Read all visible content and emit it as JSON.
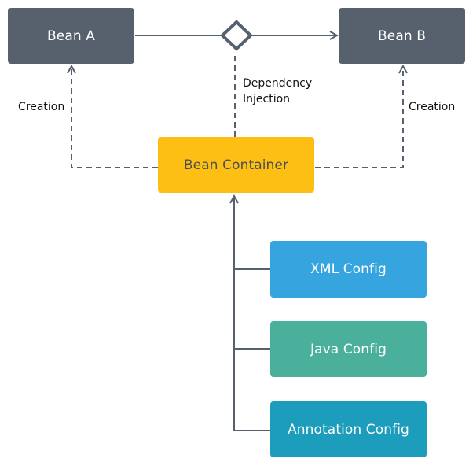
{
  "nodes": {
    "bean_a": "Bean A",
    "bean_b": "Bean B",
    "bean_container": "Bean Container",
    "xml_config": "XML Config",
    "java_config": "Java Config",
    "annotation_config": "Annotation Config"
  },
  "edge_labels": {
    "dependency_injection_line1": "Dependency",
    "dependency_injection_line2": "Injection",
    "creation_left": "Creation",
    "creation_right": "Creation"
  },
  "colors": {
    "bean_box": "#56616d",
    "container_box": "#fdbf13",
    "xml_config_box": "#35a4df",
    "java_config_box": "#4bb09b",
    "annotation_config_box": "#1b9dbb",
    "connector": "#56616d"
  }
}
